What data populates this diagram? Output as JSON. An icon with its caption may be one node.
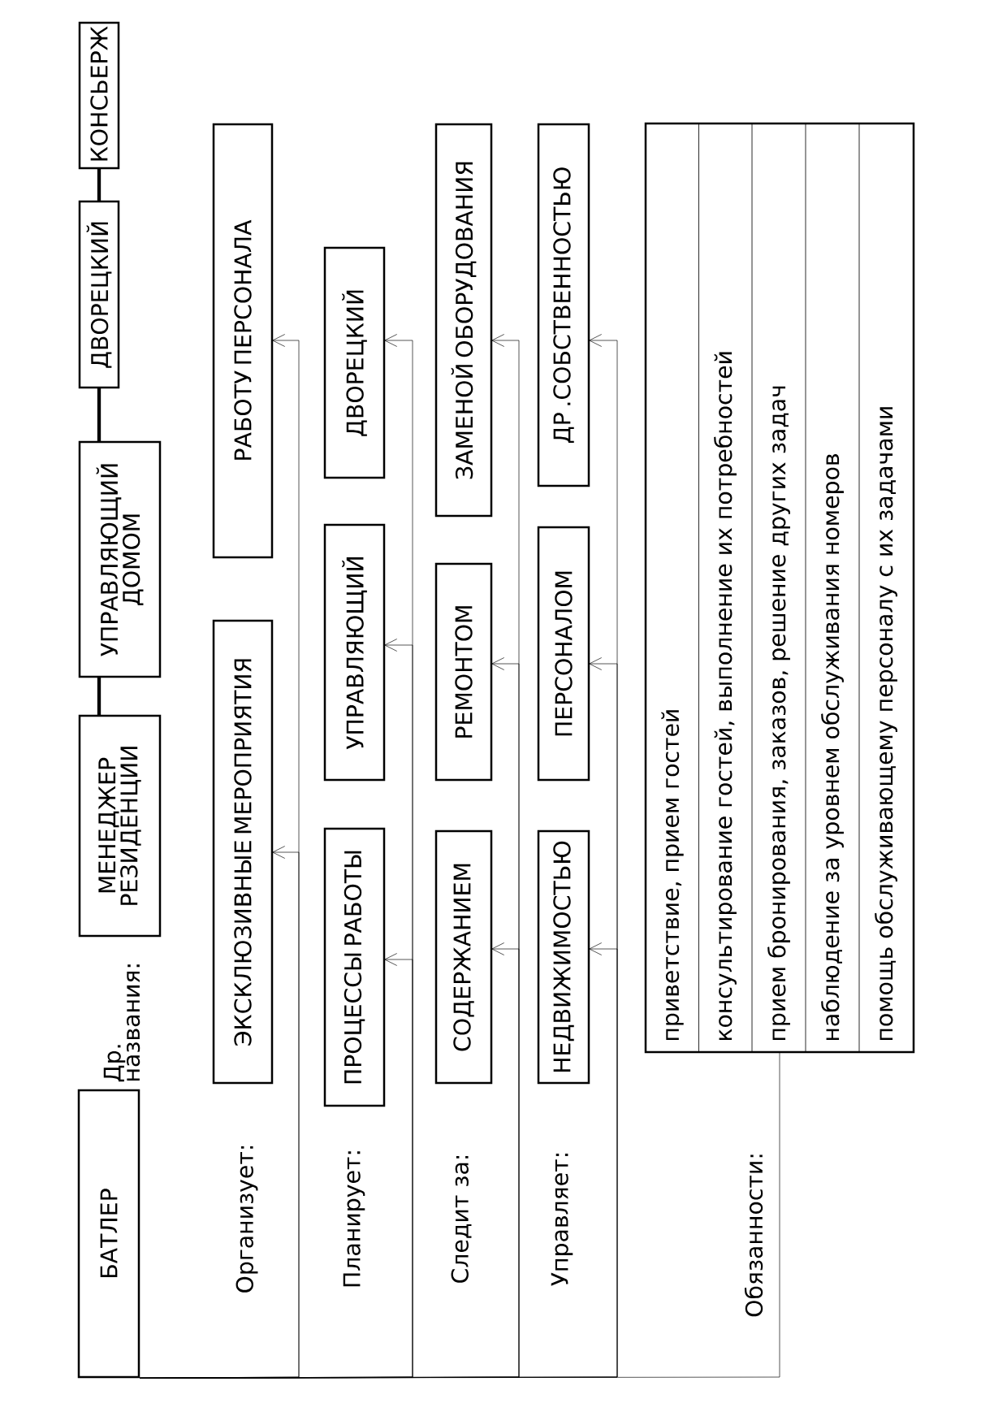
{
  "diagram": {
    "nodes": [
      {
        "text": [
          "БАТЛЕР"
        ]
      },
      {
        "text": [
          "МЕНЕДЖЕР РЕЗИДЕНЦИИ"
        ]
      },
      {
        "text": [
          "УПРАВЛЯЮЩИЙ ДОМОМ"
        ]
      },
      {
        "text": [
          "ДВОРЕЦКИЙ"
        ]
      },
      {
        "text": [
          "КОНСЬЕРЖ"
        ]
      },
      {
        "text": [
          "ЭКСКЛЮЗИВНЫЕ МЕРОПРИЯТИЯ"
        ]
      },
      {
        "text": [
          "РАБОТУ ПЕРСОНАЛА"
        ]
      },
      {
        "text": [
          "ПРОЦЕССЫ РАБОТЫ"
        ]
      },
      {
        "text": [
          "УПРАВЛЯЮЩИЙ"
        ]
      },
      {
        "text": [
          "ДВОРЕЦКИЙ"
        ]
      },
      {
        "text": [
          "СОДЕРЖАНИЕМ"
        ]
      },
      {
        "text": [
          "РЕМОНТОМ"
        ]
      },
      {
        "text": [
          "ЗАМЕНОЙ ОБОРУДОВАНИЯ"
        ]
      },
      {
        "text": [
          "НЕДВИЖИМОСТЬЮ"
        ]
      },
      {
        "text": [
          "ПЕРСОНАЛОМ"
        ]
      },
      {
        "text": [
          "ДР .СОБСТВЕННОСТЬЮ"
        ]
      },
      {
        "text": [
          "приветствие, прием гостей",
          "консультирование гостей, выполнение их потребностей",
          "прием бронирования, заказов, решение других задач",
          "наблюдение за уровнем обслуживания номеров",
          "помощь обслуживающему персоналу с их задачами"
        ]
      }
    ],
    "edges": [
      {
        "from": 1,
        "to": 2,
        "arrow": "none",
        "style": "thick"
      },
      {
        "from": 2,
        "to": 3,
        "arrow": "none",
        "style": "thick"
      },
      {
        "from": 3,
        "to": 4,
        "arrow": "none",
        "style": "thick"
      },
      {
        "from": 0,
        "to": 5,
        "arrow": "to"
      },
      {
        "from": 0,
        "to": 6,
        "arrow": "to"
      },
      {
        "from": 0,
        "to": 7,
        "arrow": "to"
      },
      {
        "from": 0,
        "to": 8,
        "arrow": "to"
      },
      {
        "from": 0,
        "to": 9,
        "arrow": "to"
      },
      {
        "from": 0,
        "to": 10,
        "arrow": "to"
      },
      {
        "from": 0,
        "to": 11,
        "arrow": "to"
      },
      {
        "from": 0,
        "to": 12,
        "arrow": "to"
      },
      {
        "from": 0,
        "to": 13,
        "arrow": "to"
      },
      {
        "from": 0,
        "to": 14,
        "arrow": "to"
      },
      {
        "from": 0,
        "to": 15,
        "arrow": "to"
      },
      {
        "from": 0,
        "to": 16,
        "arrow": "none"
      }
    ],
    "labels": [
      "Др. названия:",
      "Организует:",
      "Планирует:",
      "Следит за:",
      "Управляет:",
      "Обязанности:"
    ]
  }
}
